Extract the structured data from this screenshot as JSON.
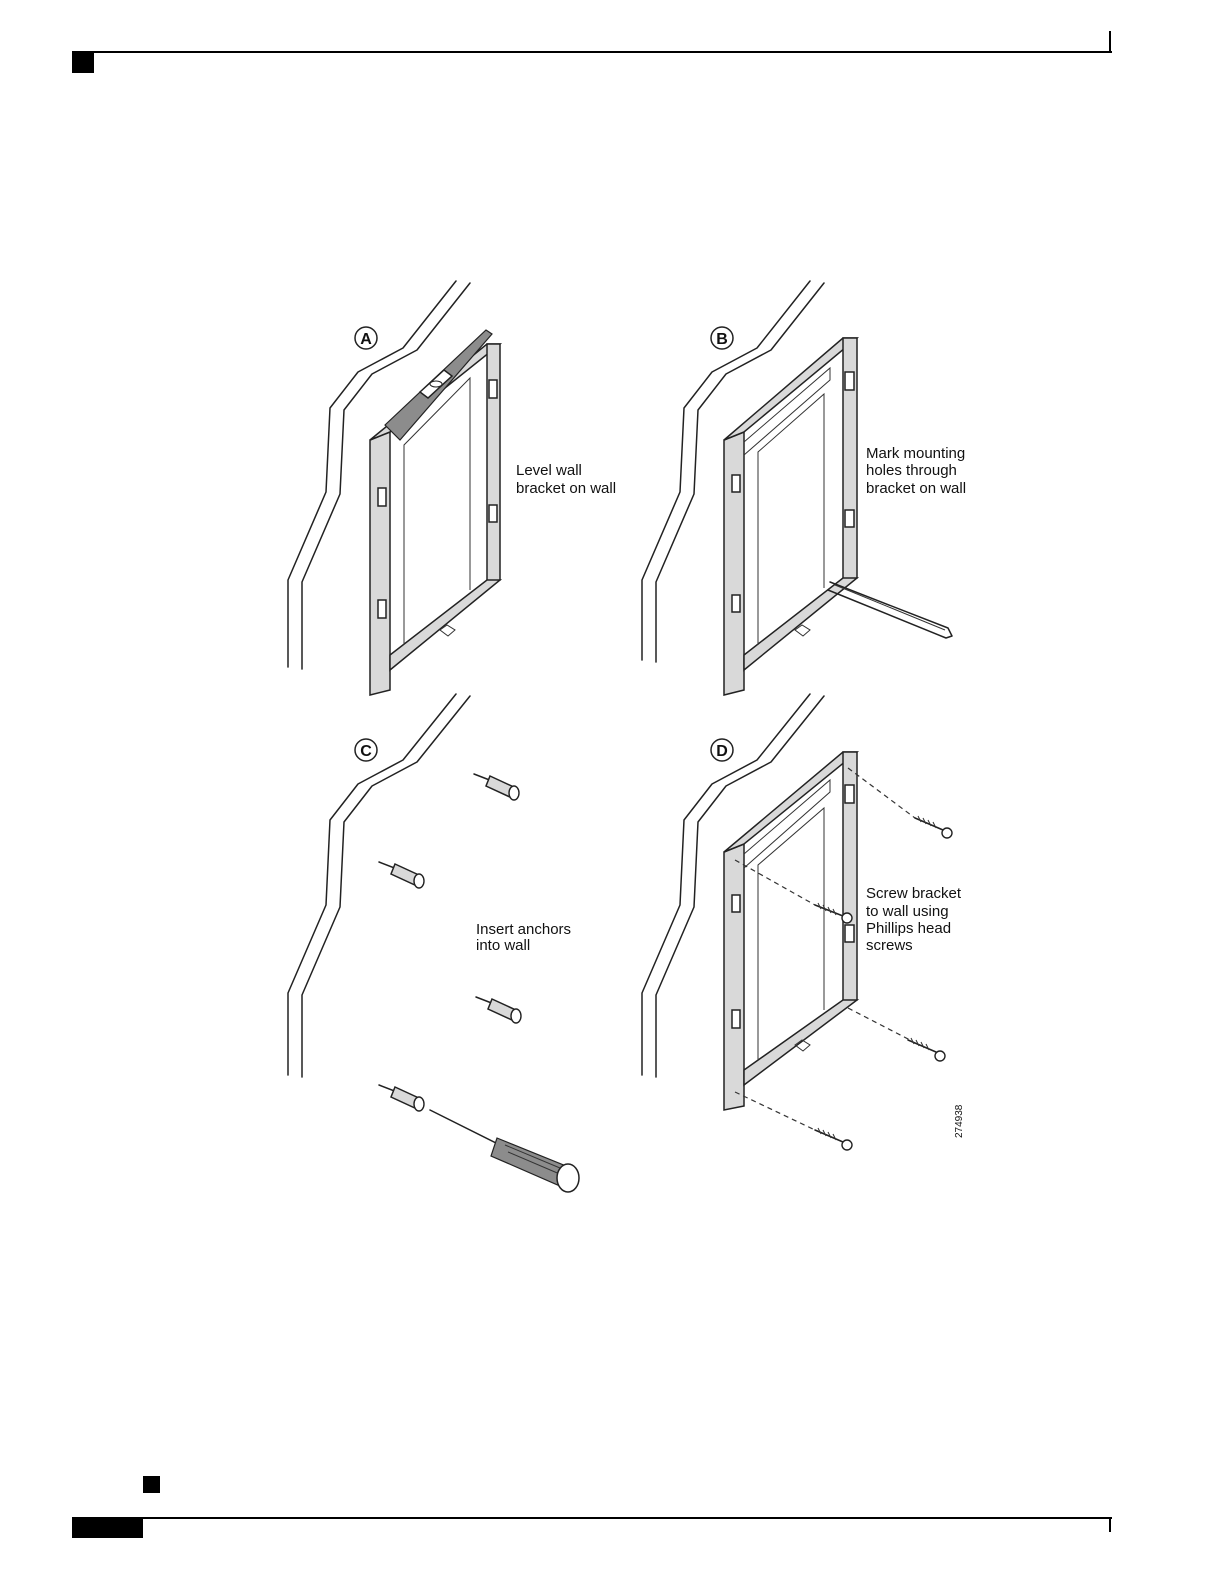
{
  "figure": {
    "steps": [
      {
        "letter": "A",
        "caption_lines": [
          "Level wall",
          "bracket on wall"
        ]
      },
      {
        "letter": "B",
        "caption_lines": [
          "Mark mounting",
          "holes through",
          "bracket on wall"
        ]
      },
      {
        "letter": "C",
        "caption_lines": [
          "Insert anchors",
          "into wall"
        ]
      },
      {
        "letter": "D",
        "caption_lines": [
          "Screw bracket",
          "to wall using",
          "Phillips head",
          "screws"
        ]
      }
    ],
    "figure_number": "274938"
  }
}
